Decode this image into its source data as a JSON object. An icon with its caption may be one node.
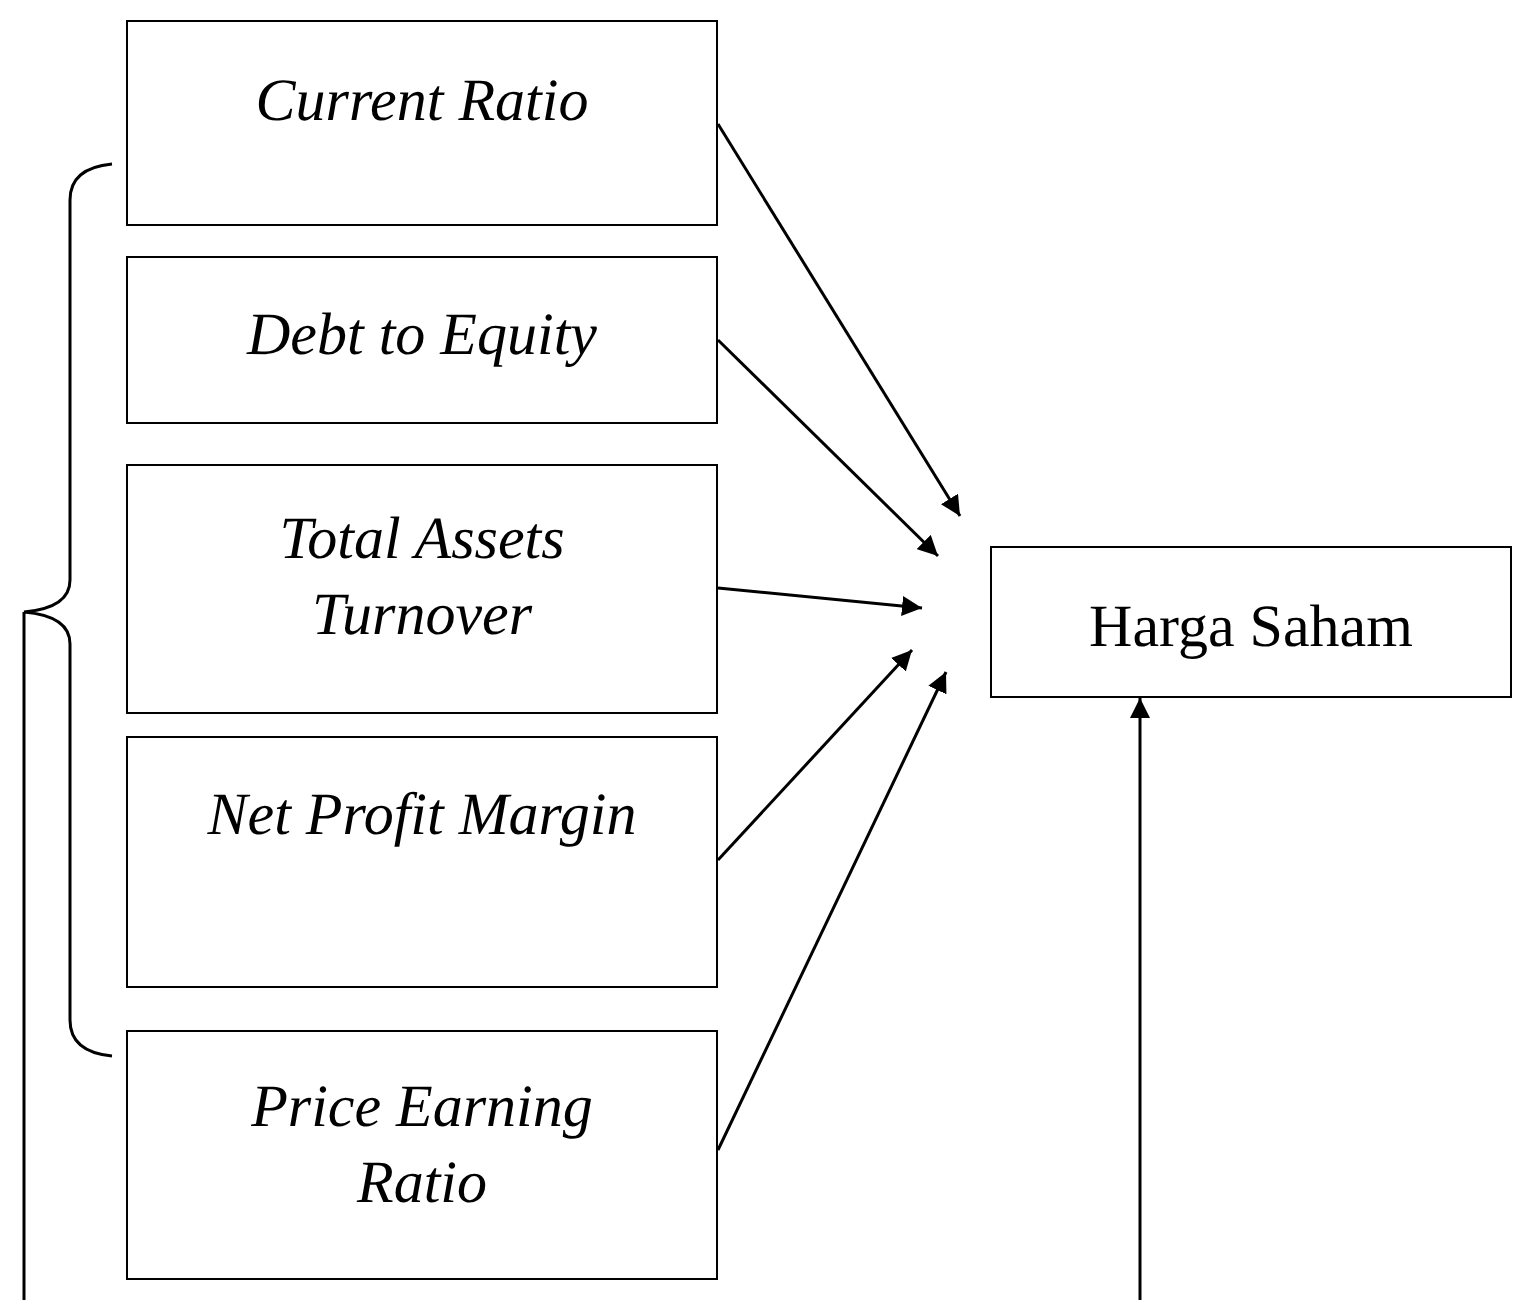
{
  "diagram": {
    "nodes": [
      {
        "text": [
          "Current Ratio"
        ]
      },
      {
        "text": [
          "Debt to Equity"
        ]
      },
      {
        "text": [
          "Total Assets Turnover"
        ]
      },
      {
        "text": [
          "Net Profit Margin"
        ]
      },
      {
        "text": [
          "Price Earning Ratio"
        ]
      },
      {
        "text": [
          "Harga Saham"
        ]
      }
    ],
    "edges": [
      {
        "from": 0,
        "to": 5,
        "arrow": "to"
      },
      {
        "from": 1,
        "to": 5,
        "arrow": "to"
      },
      {
        "from": 2,
        "to": 5,
        "arrow": "to"
      },
      {
        "from": 3,
        "to": 5,
        "arrow": "to"
      },
      {
        "from": 4,
        "to": 5,
        "arrow": "to"
      },
      {
        "from": null,
        "to": 5,
        "arrow": "to"
      }
    ]
  }
}
